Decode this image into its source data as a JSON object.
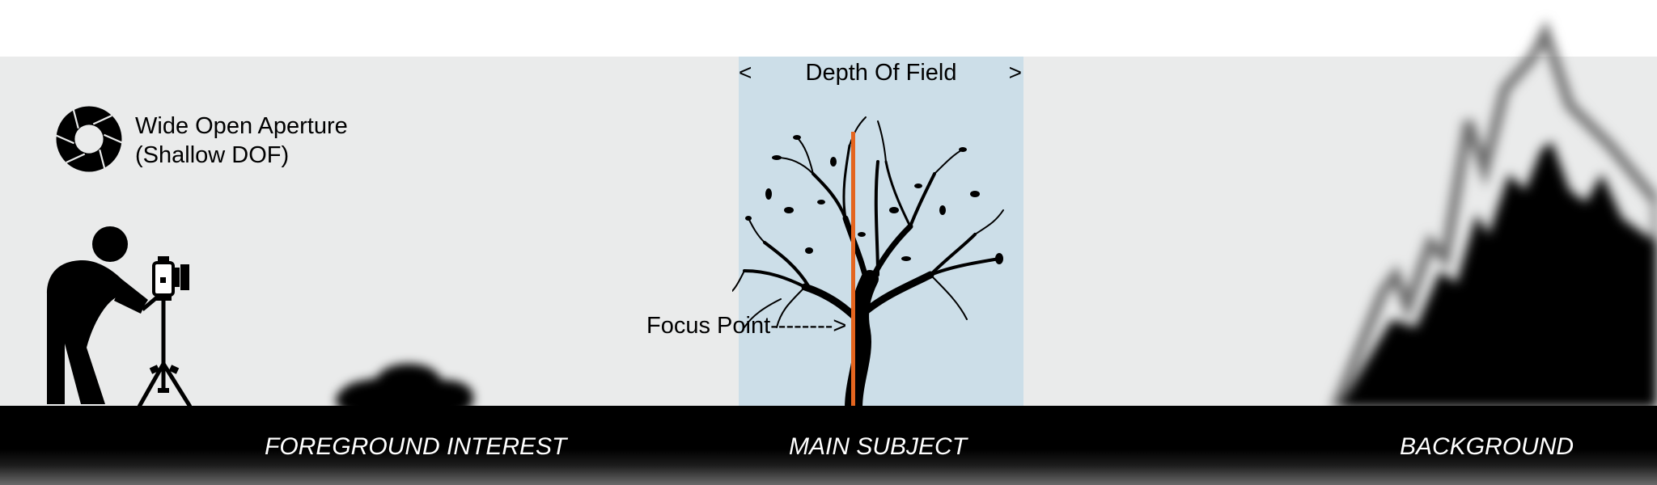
{
  "aperture": {
    "line1": "Wide Open Aperture",
    "line2": "(Shallow DOF)",
    "icon": "aperture-icon"
  },
  "depth_of_field": {
    "left_arrow": "<",
    "label": "Depth Of Field",
    "right_arrow": ">"
  },
  "focus_point": {
    "label": "Focus Point-------->"
  },
  "zones": {
    "foreground": "FOREGROUND INTEREST",
    "main_subject": "MAIN SUBJECT",
    "background": "BACKGROUND"
  },
  "colors": {
    "sky": "#eaebeb",
    "depth_of_field_zone": "#ccdee8",
    "focus_line": "#e4651f",
    "ground": "#000000",
    "zone_text": "#ffffff"
  },
  "icons": [
    "aperture-icon",
    "photographer-icon",
    "camera-tripod-icon",
    "tree-icon",
    "bush-silhouette",
    "mountain-silhouette"
  ]
}
